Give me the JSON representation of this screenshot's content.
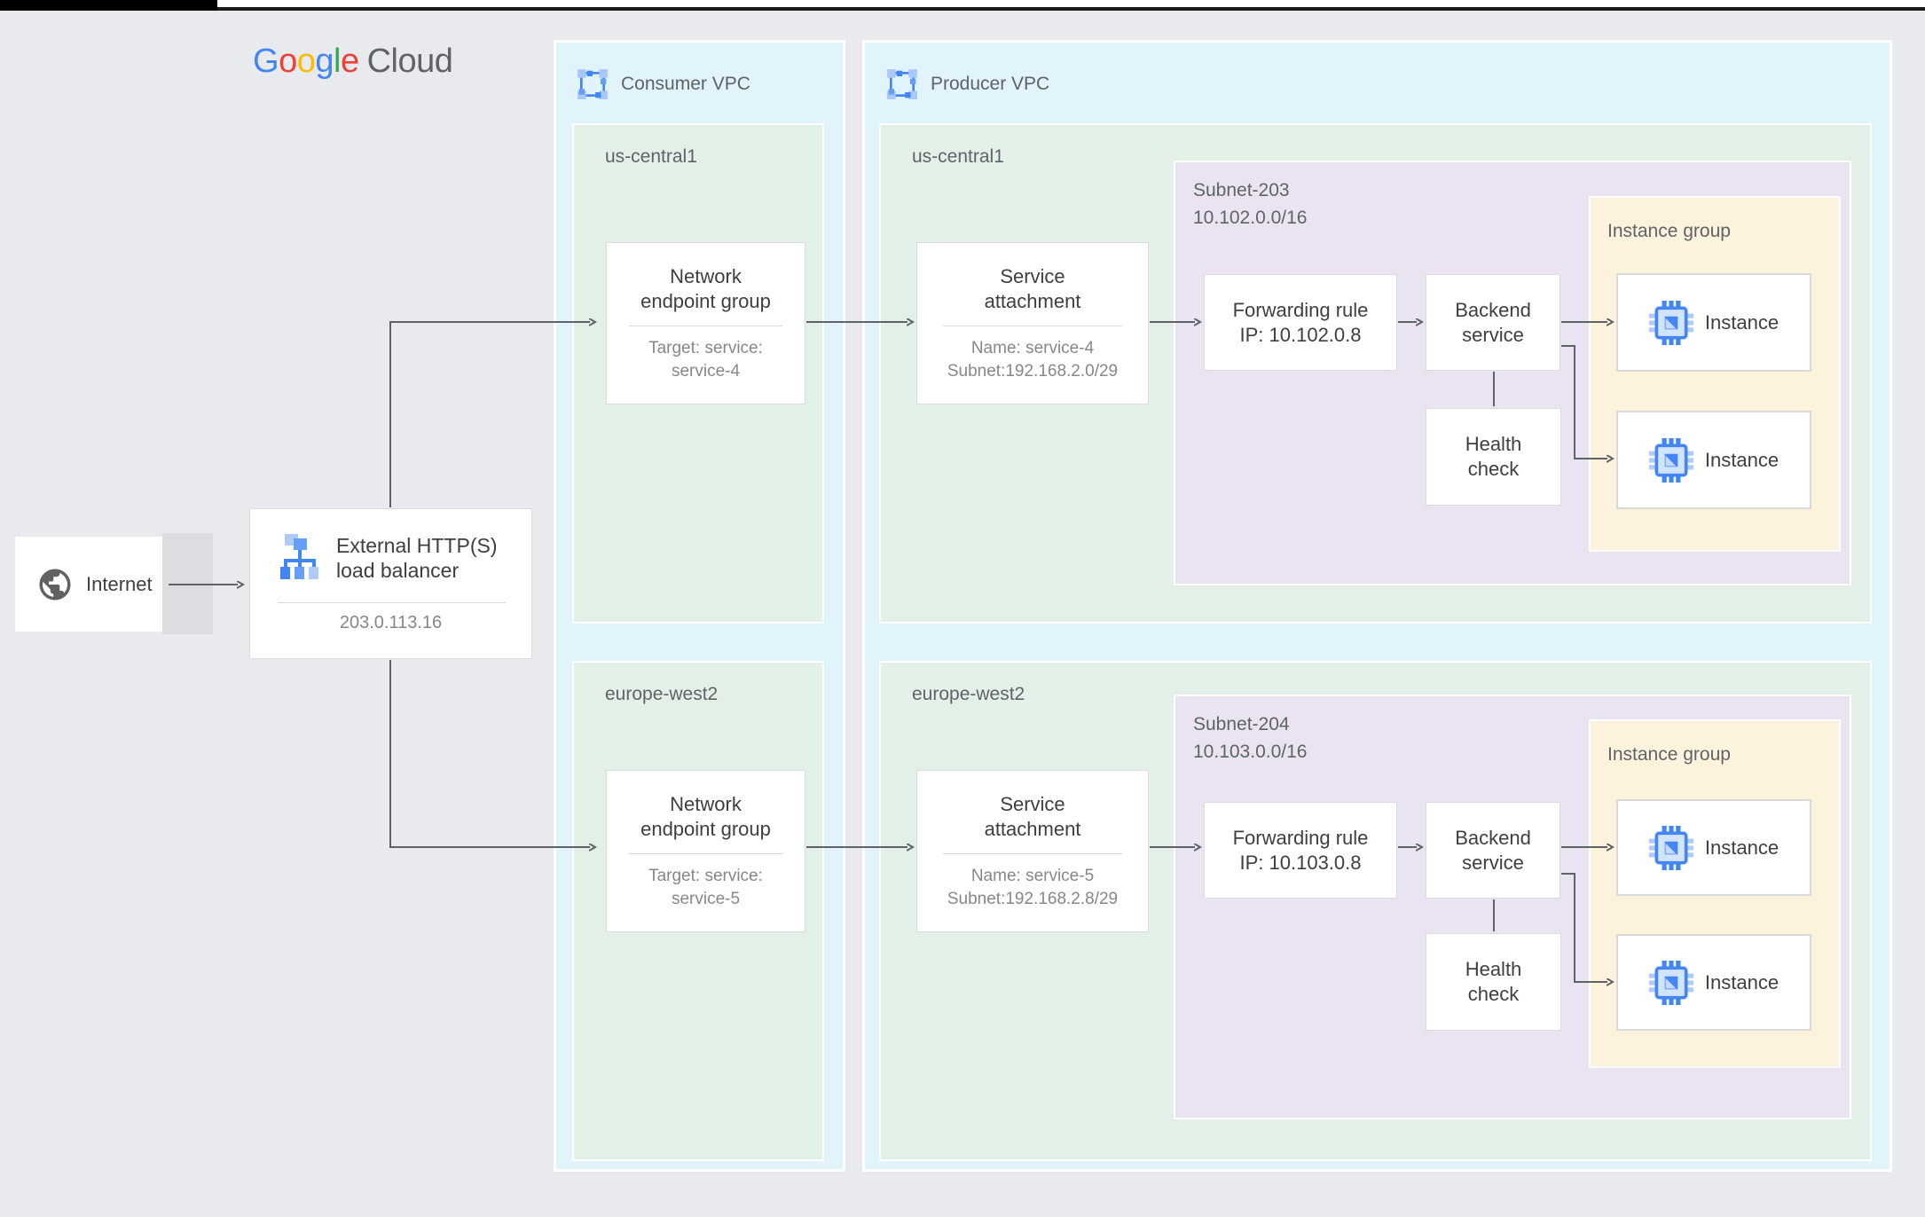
{
  "logo": {
    "google_letters": [
      "G",
      "o",
      "o",
      "g",
      "l",
      "e"
    ],
    "cloud": "Cloud"
  },
  "internet": {
    "label": "Internet"
  },
  "load_balancer": {
    "title_line1": "External HTTP(S)",
    "title_line2": "load balancer",
    "ip": "203.0.113.16"
  },
  "consumer_vpc": {
    "label": "Consumer VPC",
    "regions": [
      {
        "name": "us-central1",
        "neg": {
          "title_line1": "Network",
          "title_line2": "endpoint group",
          "target_line1": "Target: service:",
          "target_line2": "service-4"
        }
      },
      {
        "name": "europe-west2",
        "neg": {
          "title_line1": "Network",
          "title_line2": "endpoint group",
          "target_line1": "Target: service:",
          "target_line2": "service-5"
        }
      }
    ]
  },
  "producer_vpc": {
    "label": "Producer VPC",
    "regions": [
      {
        "name": "us-central1",
        "service_attachment": {
          "title_line1": "Service",
          "title_line2": "attachment",
          "name_line": "Name: service-4",
          "subnet_line": "Subnet:192.168.2.0/29"
        },
        "subnet": {
          "name": "Subnet-203",
          "cidr": "10.102.0.0/16",
          "forwarding_rule_line1": "Forwarding rule",
          "forwarding_rule_line2": "IP: 10.102.0.8",
          "backend_service_line1": "Backend",
          "backend_service_line2": "service",
          "health_check_line1": "Health",
          "health_check_line2": "check",
          "instance_group": {
            "label": "Instance group",
            "instances": [
              {
                "label": "Instance"
              },
              {
                "label": "Instance"
              }
            ]
          }
        }
      },
      {
        "name": "europe-west2",
        "service_attachment": {
          "title_line1": "Service",
          "title_line2": "attachment",
          "name_line": "Name: service-5",
          "subnet_line": "Subnet:192.168.2.8/29"
        },
        "subnet": {
          "name": "Subnet-204",
          "cidr": "10.103.0.0/16",
          "forwarding_rule_line1": "Forwarding rule",
          "forwarding_rule_line2": "IP: 10.103.0.8",
          "backend_service_line1": "Backend",
          "backend_service_line2": "service",
          "health_check_line1": "Health",
          "health_check_line2": "check",
          "instance_group": {
            "label": "Instance group",
            "instances": [
              {
                "label": "Instance"
              },
              {
                "label": "Instance"
              }
            ]
          }
        }
      }
    ]
  },
  "colors": {
    "canvas_bg": "#E8EAED",
    "vpc_bg": "#E1F3FB",
    "region_bg": "#E2F0E7",
    "subnet_bg": "#EAE4F2",
    "instance_group_bg": "#FDF3DC",
    "arrow": "#5F6368",
    "google_blue": "#4285F4",
    "google_red": "#EA4335",
    "google_yellow": "#FBBC04",
    "google_green": "#34A853",
    "icon_blue": "#4285F4",
    "icon_light_blue": "#AECBFA"
  }
}
